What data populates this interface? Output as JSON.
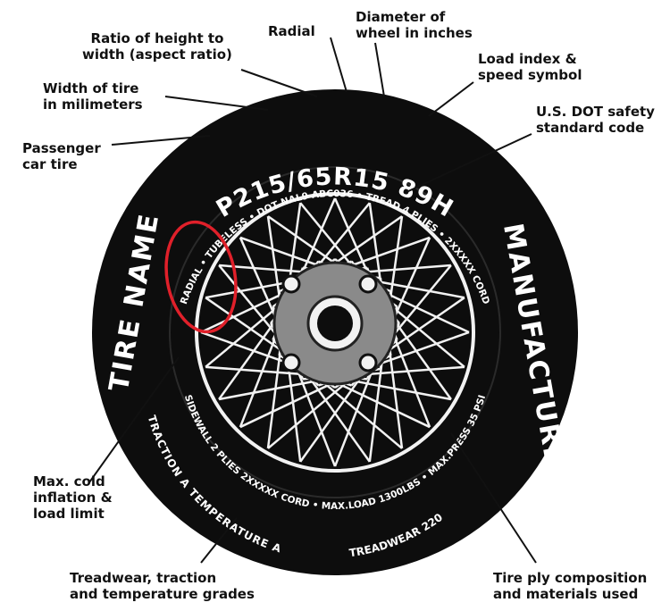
{
  "tire": {
    "size_code": "P215/65R15 89H",
    "tire_name": "TIRE NAME",
    "manufacturer": "MANUFACTURER",
    "sidewall_top": "RADIAL • TUBELESS • DOT NAL9 ABC036 • TREAD 4 PLIES • 2XXXXX CORD",
    "sidewall_bottom": "SIDEWALL 2 PLIES 2XXXXX CORD • MAX.LOAD 1300LBS • MAX.PRESS 35 PSI",
    "grades_line": "TRACTION A  TEMPERATURE A",
    "treadwear": "TREADWEAR 220"
  },
  "callouts": {
    "aspect_ratio": [
      "Ratio of height to",
      "width (aspect ratio)"
    ],
    "radial": [
      "Radial"
    ],
    "diameter": [
      "Diameter of",
      "wheel in inches"
    ],
    "load_index": [
      "Load index &",
      "speed symbol"
    ],
    "width": [
      "Width of tire",
      "in milimeters"
    ],
    "dot": [
      "U.S. DOT safety",
      "standard code"
    ],
    "passenger": [
      "Passenger",
      "car tire"
    ],
    "inflation": [
      "Max. cold",
      "inflation &",
      "load limit"
    ],
    "treadwear": [
      "Treadwear, traction",
      "and temperature grades"
    ],
    "ply": [
      "Tire ply composition",
      "and materials used"
    ]
  },
  "colors": {
    "tire": "#0d0d0d",
    "rim": "#f2f2f2",
    "hub": "#8a8a8a",
    "highlight": "#e0202a"
  }
}
